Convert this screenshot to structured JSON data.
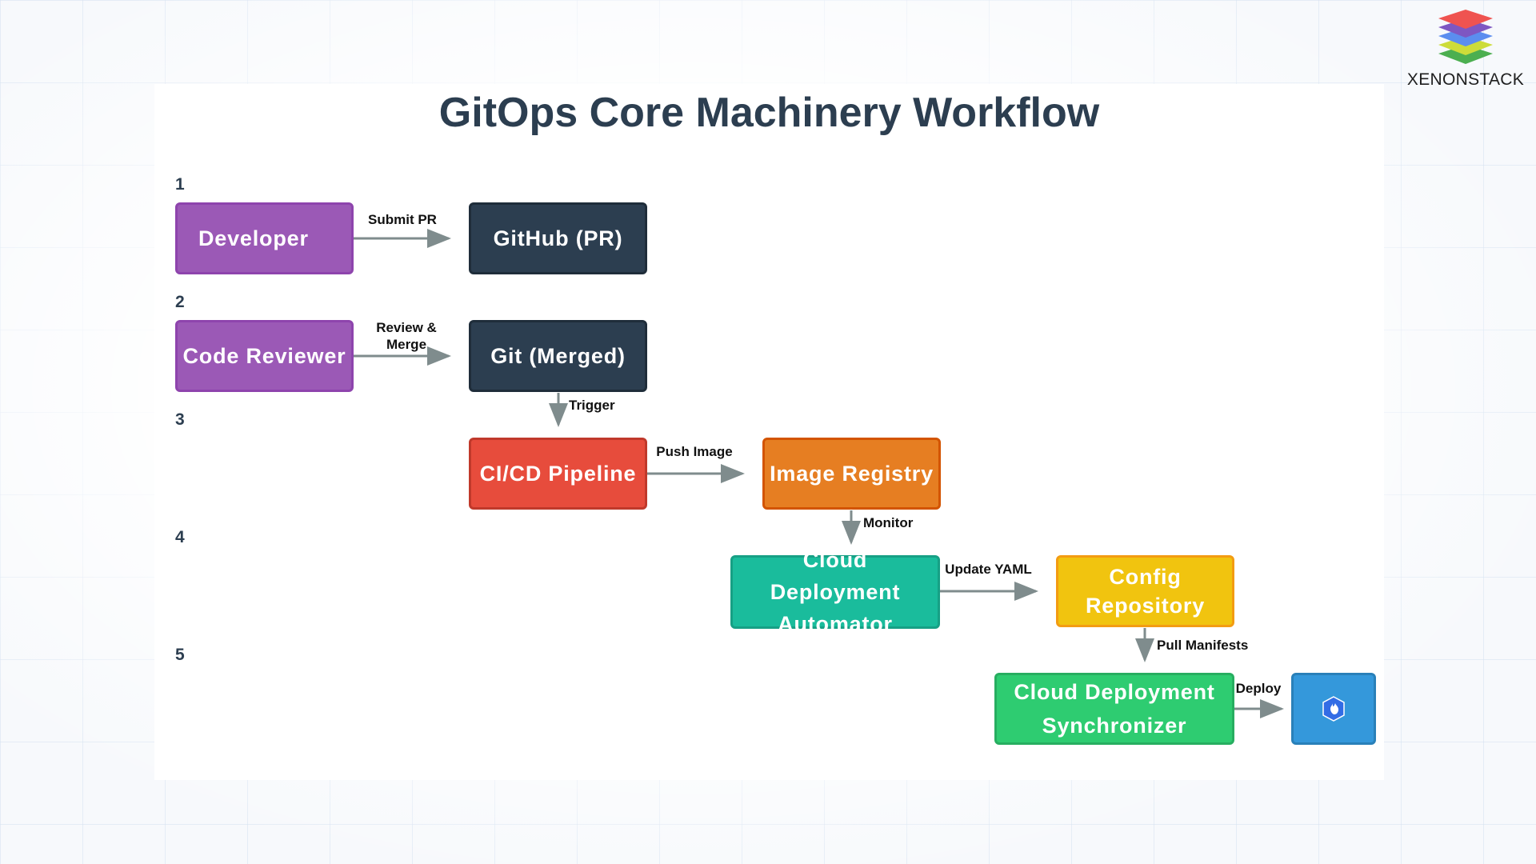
{
  "title": "GitOps Core Machinery Workflow",
  "brand": {
    "name": "XENONSTACK"
  },
  "colors": {
    "purple": "#9b59b6",
    "dark": "#2c3e50",
    "red": "#e74c3c",
    "orange": "#e67e22",
    "teal": "#1abc9c",
    "yellow": "#f1c40f",
    "green": "#2ecc71",
    "blue": "#3498db",
    "arrow": "#7f8c8d"
  },
  "steps": [
    "1",
    "2",
    "3",
    "4",
    "5"
  ],
  "nodes": {
    "developer": "Developer",
    "github_pr": "GitHub (PR)",
    "code_reviewer": "Code Reviewer",
    "git_merged": "Git (Merged)",
    "cicd_pipeline": "CI/CD Pipeline",
    "image_registry": "Image Registry",
    "cloud_deployment_automator": "Cloud Deployment Automator",
    "config_repository": "Config Repository",
    "cloud_deployment_synchronizer": "Cloud Deployment Synchronizer",
    "kubernetes_icon": "kubernetes-icon"
  },
  "edges": {
    "submit_pr": "Submit PR",
    "review_merge": "Review & Merge",
    "trigger": "Trigger",
    "push_image": "Push Image",
    "monitor": "Monitor",
    "update_yaml": "Update YAML",
    "pull_manifests": "Pull Manifests",
    "deploy": "Deploy"
  }
}
